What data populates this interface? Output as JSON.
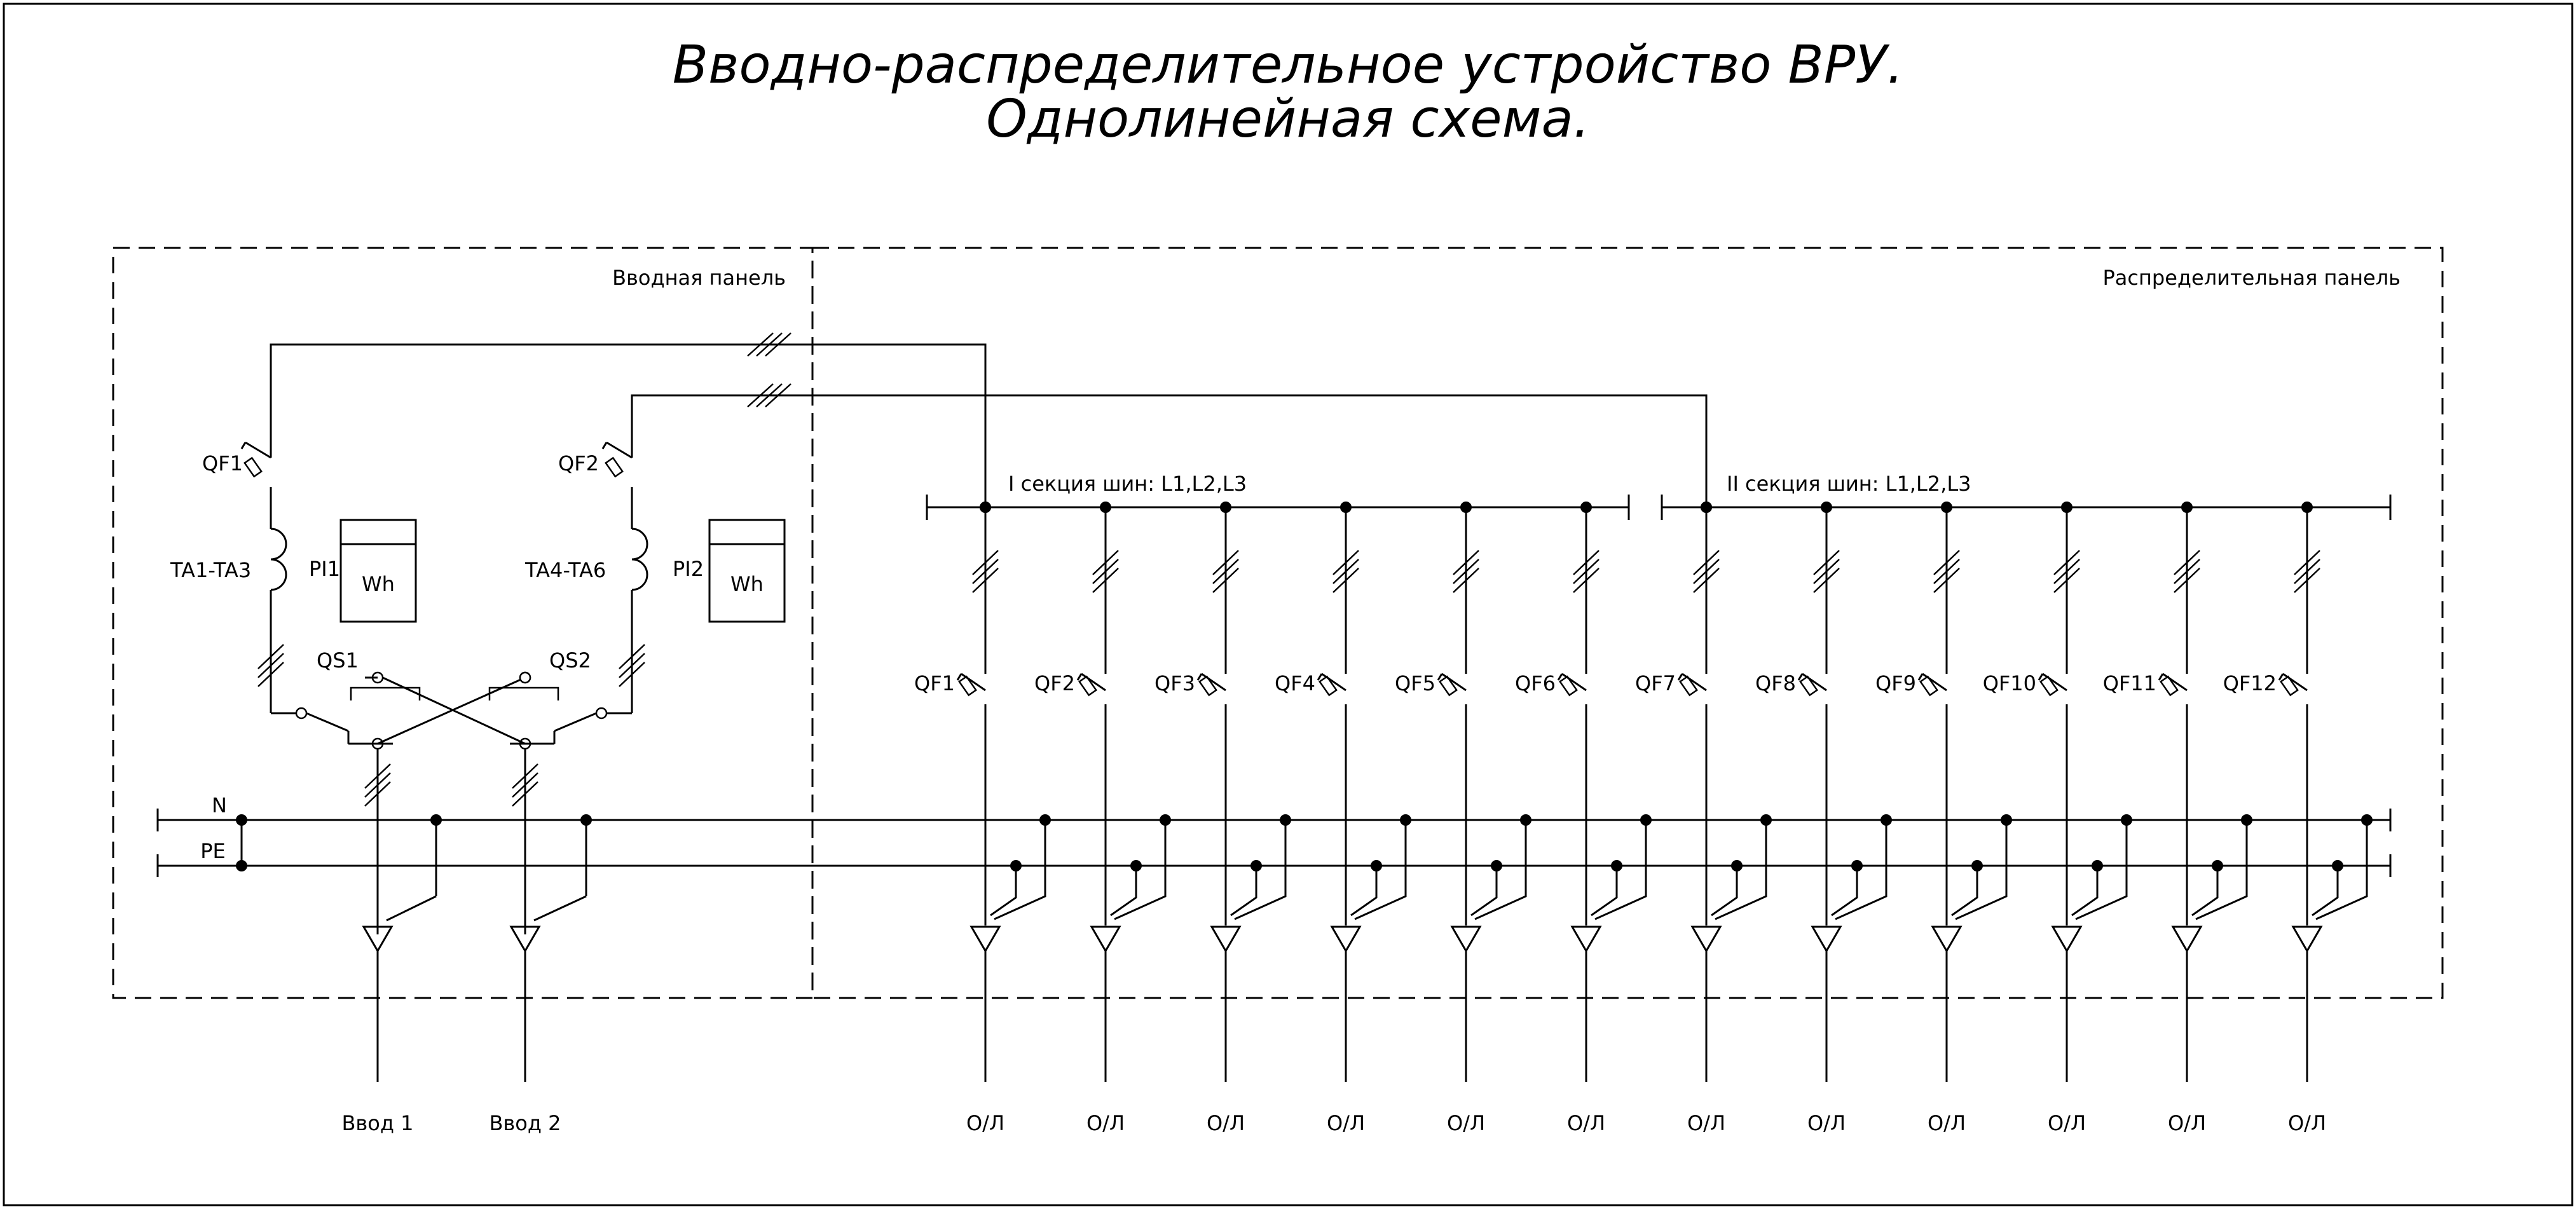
{
  "title": {
    "line1": "Вводно-распределительное устройство ВРУ.",
    "line2": "Однолинейная схема."
  },
  "panels": {
    "input": "Вводная панель",
    "distribution": "Распределительная панель"
  },
  "inputs": [
    {
      "breaker": "QF1",
      "ct": "TA1-TA3",
      "meter": "PI1",
      "meter_unit": "Wh",
      "switch": "QS1",
      "output": "Ввод 1"
    },
    {
      "breaker": "QF2",
      "ct": "TA4-TA6",
      "meter": "PI2",
      "meter_unit": "Wh",
      "switch": "QS2",
      "output": "Ввод 2"
    }
  ],
  "buses": {
    "N": "N",
    "PE": "PE",
    "section1": "I секция шин: L1,L2,L3",
    "section2": "II секция шин: L1,L2,L3"
  },
  "feeders": [
    {
      "breaker": "QF1",
      "output": "О/Л"
    },
    {
      "breaker": "QF2",
      "output": "О/Л"
    },
    {
      "breaker": "QF3",
      "output": "О/Л"
    },
    {
      "breaker": "QF4",
      "output": "О/Л"
    },
    {
      "breaker": "QF5",
      "output": "О/Л"
    },
    {
      "breaker": "QF6",
      "output": "О/Л"
    },
    {
      "breaker": "QF7",
      "output": "О/Л"
    },
    {
      "breaker": "QF8",
      "output": "О/Л"
    },
    {
      "breaker": "QF9",
      "output": "О/Л"
    },
    {
      "breaker": "QF10",
      "output": "О/Л"
    },
    {
      "breaker": "QF11",
      "output": "О/Л"
    },
    {
      "breaker": "QF12",
      "output": "О/Л"
    }
  ]
}
